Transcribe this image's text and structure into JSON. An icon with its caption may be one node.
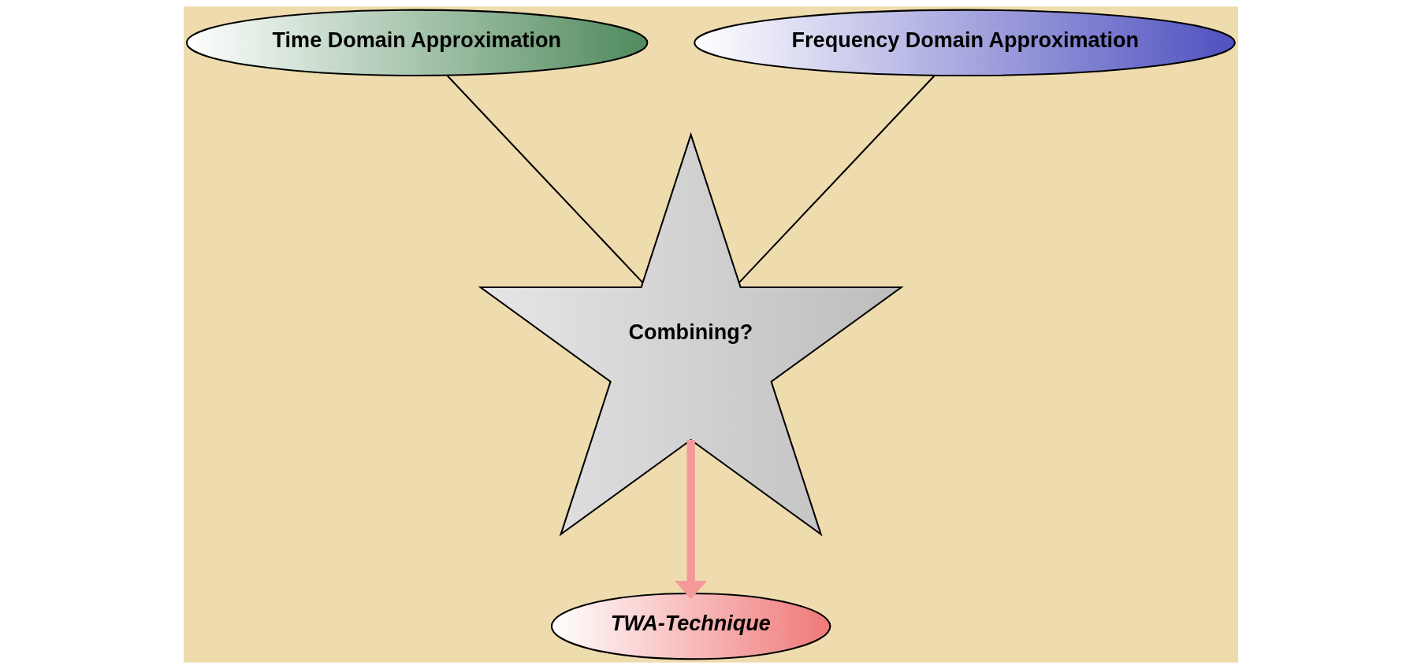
{
  "diagram": {
    "nodes": [
      {
        "text": [
          "Time Domain Approximation"
        ]
      },
      {
        "text": [
          "Combining?"
        ]
      },
      {
        "text": [
          "Frequency Domain Approximation"
        ]
      },
      {
        "text": [
          "TWA-Technique"
        ]
      }
    ],
    "edges": [
      {
        "from": 0,
        "to": 1,
        "arrow": "none"
      },
      {
        "from": 2,
        "to": 1,
        "arrow": "none"
      },
      {
        "from": 1,
        "to": 3,
        "arrow": "to",
        "style": "thick",
        "color": "#f49a9a"
      }
    ]
  }
}
